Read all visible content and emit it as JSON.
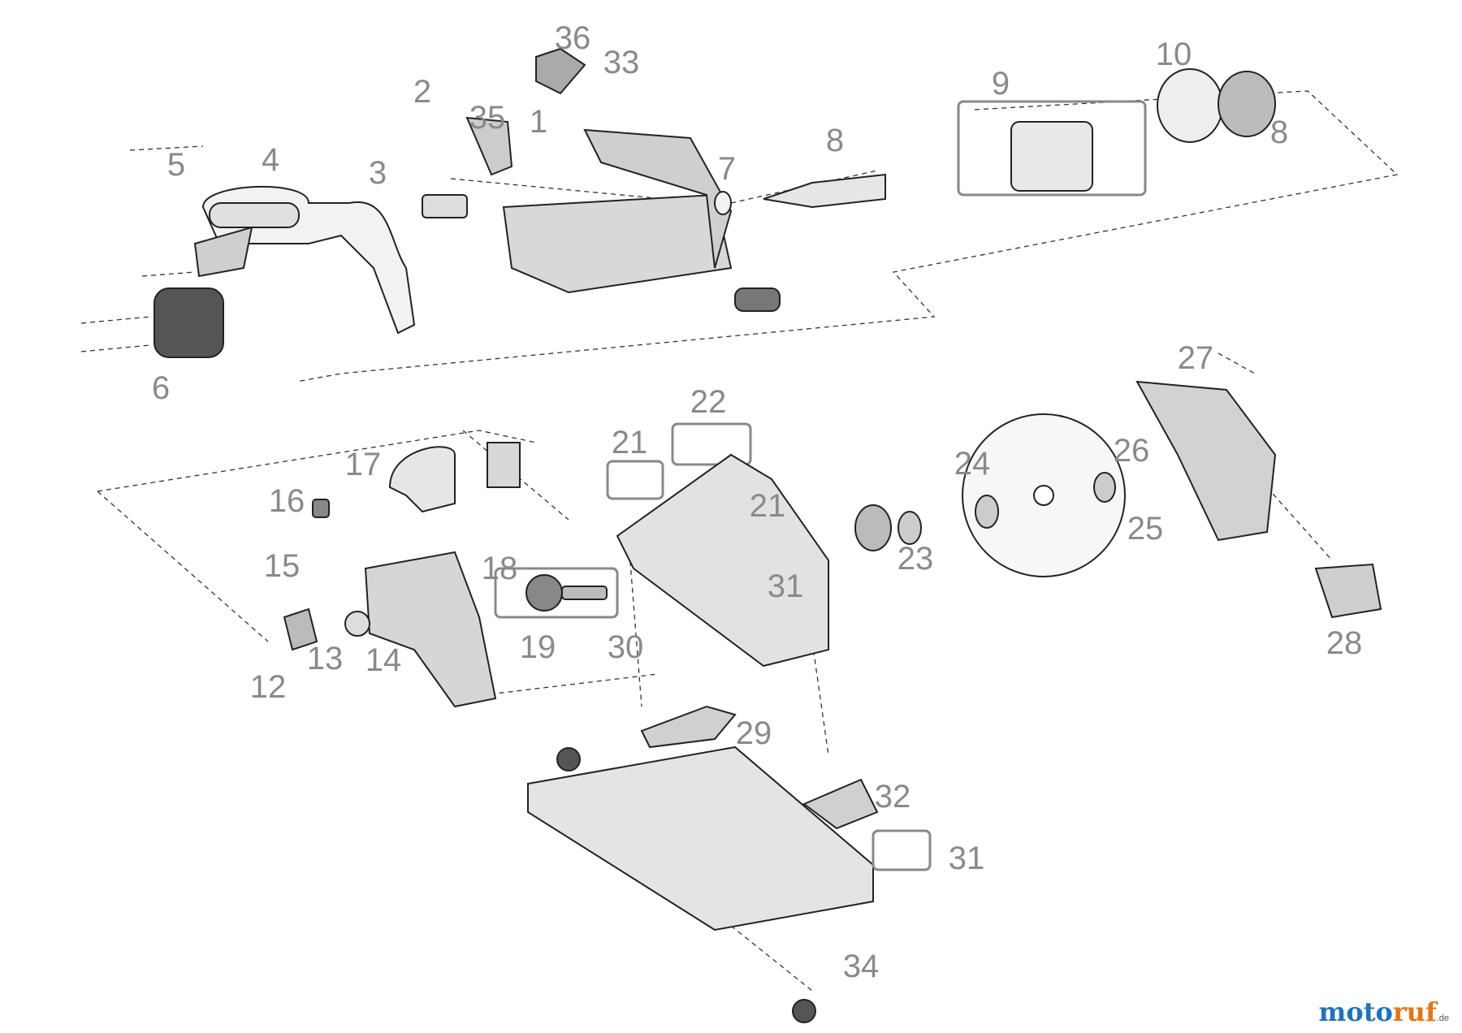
{
  "diagram": {
    "part_numbers": [
      "36",
      "33",
      "2",
      "35",
      "1",
      "4",
      "5",
      "3",
      "6",
      "8",
      "7",
      "9",
      "10",
      "8",
      "22",
      "21",
      "21",
      "17",
      "16",
      "15",
      "18",
      "12",
      "13",
      "14",
      "19",
      "30",
      "31",
      "24",
      "23",
      "26",
      "25",
      "27",
      "28",
      "29",
      "32",
      "31",
      "34"
    ]
  },
  "brand": {
    "name_part1": "moto",
    "name_part2": "ruf",
    "suffix": ".de"
  },
  "colors": {
    "label": "#8a8a8a",
    "line": "#222222",
    "brand_blue": "#1e73be",
    "brand_orange": "#e87511"
  }
}
